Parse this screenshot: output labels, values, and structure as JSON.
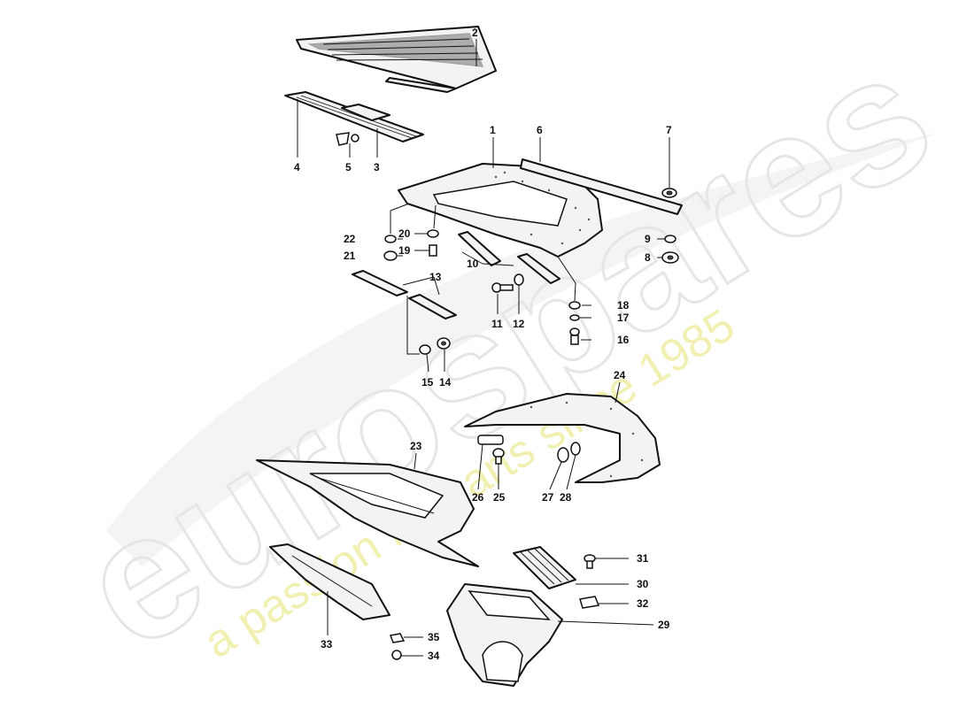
{
  "watermark": {
    "brand": "eurospares",
    "tagline": "a passion for parts since 1985"
  },
  "callouts": [
    {
      "id": "c1",
      "label": "1"
    },
    {
      "id": "c2",
      "label": "2"
    },
    {
      "id": "c3",
      "label": "3"
    },
    {
      "id": "c4",
      "label": "4"
    },
    {
      "id": "c5",
      "label": "5"
    },
    {
      "id": "c6",
      "label": "6"
    },
    {
      "id": "c7",
      "label": "7"
    },
    {
      "id": "c8",
      "label": "8"
    },
    {
      "id": "c9",
      "label": "9"
    },
    {
      "id": "c10",
      "label": "10"
    },
    {
      "id": "c11",
      "label": "11"
    },
    {
      "id": "c12",
      "label": "12"
    },
    {
      "id": "c13",
      "label": "13"
    },
    {
      "id": "c14",
      "label": "14"
    },
    {
      "id": "c15",
      "label": "15"
    },
    {
      "id": "c16",
      "label": "16"
    },
    {
      "id": "c17",
      "label": "17"
    },
    {
      "id": "c18",
      "label": "18"
    },
    {
      "id": "c19",
      "label": "19"
    },
    {
      "id": "c20",
      "label": "20"
    },
    {
      "id": "c21",
      "label": "21"
    },
    {
      "id": "c22",
      "label": "22"
    },
    {
      "id": "c23",
      "label": "23"
    },
    {
      "id": "c24",
      "label": "24"
    },
    {
      "id": "c25",
      "label": "25"
    },
    {
      "id": "c26",
      "label": "26"
    },
    {
      "id": "c27",
      "label": "27"
    },
    {
      "id": "c28",
      "label": "28"
    },
    {
      "id": "c29",
      "label": "29"
    },
    {
      "id": "c30",
      "label": "30"
    },
    {
      "id": "c31",
      "label": "31"
    },
    {
      "id": "c32",
      "label": "32"
    },
    {
      "id": "c33",
      "label": "33"
    },
    {
      "id": "c34",
      "label": "34"
    },
    {
      "id": "c35",
      "label": "35"
    }
  ]
}
